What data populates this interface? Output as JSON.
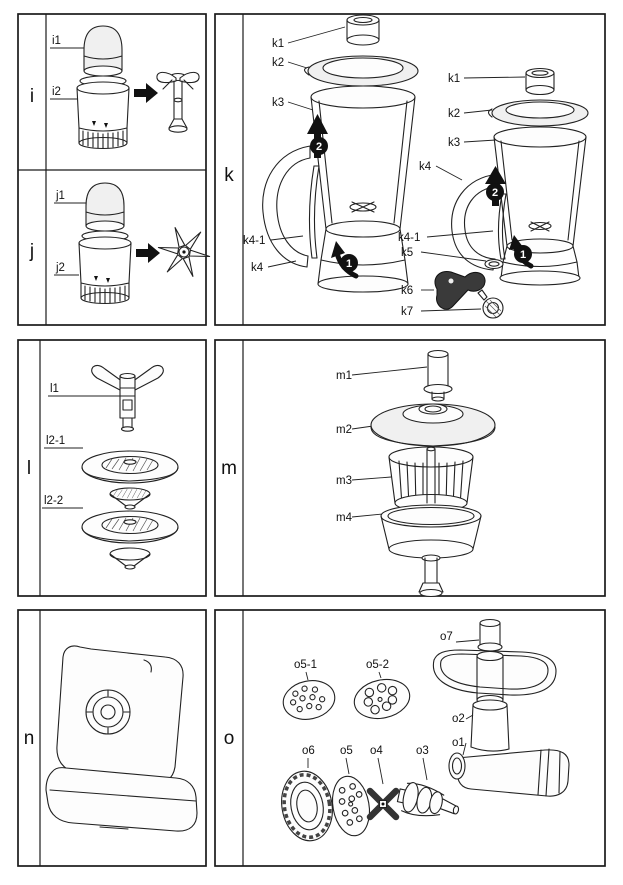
{
  "document": {
    "kind": "appliance-attachments-parts-diagram",
    "background": "#ffffff",
    "line_color": "#222222"
  },
  "panels": {
    "i": {
      "letter": "i",
      "part1": "i1",
      "part2": "i2"
    },
    "j": {
      "letter": "j",
      "part1": "j1",
      "part2": "j2"
    },
    "k": {
      "letter": "k",
      "left": {
        "k1": "k1",
        "k2": "k2",
        "k3": "k3",
        "k4_1": "k4-1",
        "k4": "k4",
        "step2": "2",
        "step1": "1"
      },
      "right": {
        "k1": "k1",
        "k2": "k2",
        "k3": "k3",
        "k4": "k4",
        "k4_1": "k4-1",
        "k5": "k5",
        "k6": "k6",
        "k7": "k7",
        "step2": "2",
        "step1": "1"
      }
    },
    "l": {
      "letter": "l",
      "l1": "l1",
      "l2_1": "l2-1",
      "l2_2": "l2-2"
    },
    "m": {
      "letter": "m",
      "m1": "m1",
      "m2": "m2",
      "m3": "m3",
      "m4": "m4"
    },
    "n": {
      "letter": "n"
    },
    "o": {
      "letter": "o",
      "o7": "o7",
      "o5_1": "o5-1",
      "o5_2": "o5-2",
      "o2": "o2",
      "o1": "o1",
      "o6": "o6",
      "o5": "o5",
      "o4": "o4",
      "o3": "o3"
    }
  }
}
